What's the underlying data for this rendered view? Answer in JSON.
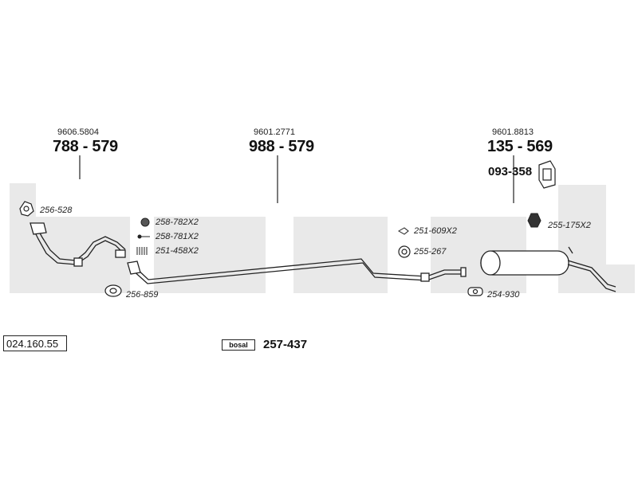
{
  "watermark_color": "#e9e9e9",
  "line_color": "#222222",
  "catalog_number": "024.160.55",
  "assemblies": {
    "front": {
      "oe_ref": "9606.5804",
      "part_no_a": "788",
      "part_no_b": "579"
    },
    "middle": {
      "oe_ref": "9601.2771",
      "part_no_a": "988",
      "part_no_b": "579"
    },
    "rear": {
      "oe_ref": "9601.8813",
      "part_no_a": "135",
      "part_no_b": "569"
    }
  },
  "rear_bracket": {
    "part_no": "093-358"
  },
  "parts": {
    "gasket_front": "256-528",
    "bolt_kit_top": "258-782X2",
    "bolt_kit_mid": "258-781X2",
    "spring_kit": "251-458X2",
    "gasket_lower": "256-859",
    "clamp_middle": "251-609X2",
    "ring_middle": "255-267",
    "hanger_nut": "255-175X2",
    "clamp_rear": "254-930"
  },
  "mounting_kit": {
    "badge": "bosal",
    "part_no": "257-437"
  }
}
